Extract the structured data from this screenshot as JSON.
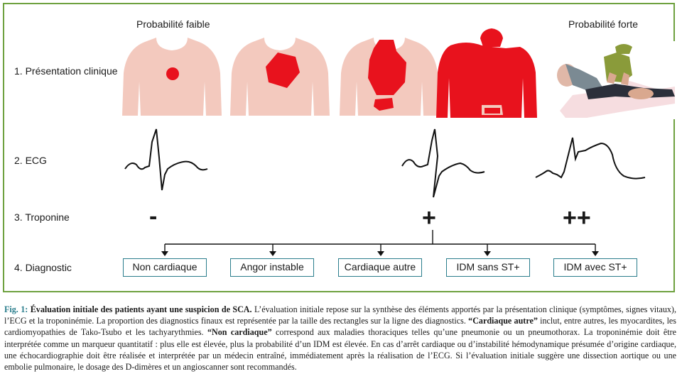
{
  "header": {
    "low_label": "Probabilité faible",
    "high_label": "Probabilité forte"
  },
  "rows": [
    {
      "label": "1. Présentation clinique"
    },
    {
      "label": "2. ECG"
    },
    {
      "label": "3. Troponine"
    },
    {
      "label": "4. Diagnostic"
    }
  ],
  "troponin": {
    "neg": "-",
    "pos": "+",
    "strong": "++"
  },
  "diagnoses": [
    {
      "label": "Non cardiaque"
    },
    {
      "label": "Angor instable"
    },
    {
      "label": "Cardiaque autre"
    },
    {
      "label": "IDM sans ST+"
    },
    {
      "label": "IDM avec ST+"
    }
  ],
  "colors": {
    "frame": "#6ea13f",
    "box_border": "#2a7d8c",
    "skin": "#f3c9be",
    "pain": "#e8121d"
  },
  "caption": {
    "fig_tag": "Fig. 1:",
    "fig_title": "Évaluation initiale des patients ayant une suspicion de SCA.",
    "part1": " L’évaluation initiale repose sur la synthèse des éléments apportés par la présentation clinique (symptômes, signes vitaux), l’ECG et la troponinémie. La proportion des diagnostics finaux est représentée par la taille des rectangles sur la ligne des diagnostics. ",
    "em1": "“Cardiaque autre”",
    "part2": " inclut, entre autres, les myocardites, les cardiomyopathies de Tako-Tsubo et les tachyarythmies. ",
    "em2": "“Non cardiaque”",
    "part3": " correspond aux maladies thoraciques telles qu’une pneumonie ou un pneumothorax. La troponinémie doit être interprétée comme un marqueur quantitatif : plus elle est élevée, plus la probabilité d’un IDM est élevée. En cas d’arrêt cardiaque ou d’instabilité hémodynamique présumée d’origine cardiaque, une échocardiographie doit être réalisée et interprétée par un médecin entraîné, immédiatement après la réalisation de l’ECG. Si l’évaluation initiale suggère une dissection aortique ou une embolie pulmonaire, le dosage des D-dimères et un angioscanner sont recommandés."
  }
}
